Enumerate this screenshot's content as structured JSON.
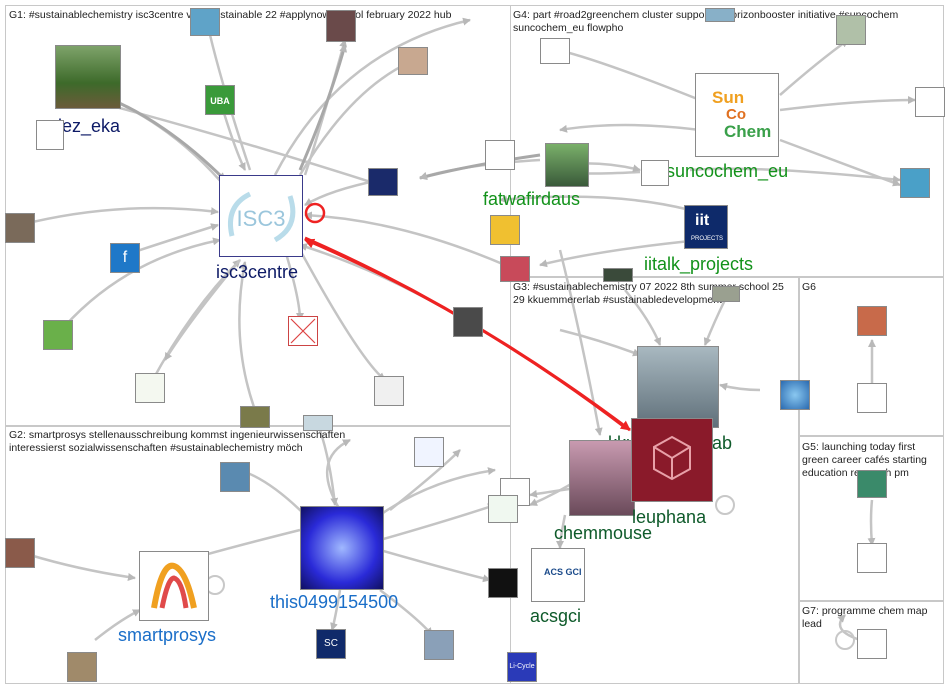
{
  "groups": [
    {
      "id": "G1",
      "label": "G1: #sustainablechemistry isc3centre very sustainable 22 #applynow school february 2022 hub"
    },
    {
      "id": "G2",
      "label": "G2: smartprosys stellenausschreibung kommst ingenieurwissenschaften interessierst sozialwissenschaften #sustainablechemistry möch"
    },
    {
      "id": "G3",
      "label": "G3: #sustainablechemistry 07 2022 8th summer school 25 29 kkuemmererlab #sustainabledevelopment"
    },
    {
      "id": "G4",
      "label": "G4: part #road2greenchem cluster supported horizonbooster initiative #suncochem suncochem_eu flowpho"
    },
    {
      "id": "G5",
      "label": "G5: launching today first green career cafés starting education research pm"
    },
    {
      "id": "G6",
      "label": "G6"
    },
    {
      "id": "G7",
      "label": "G7: programme chem map lead"
    }
  ],
  "labels": {
    "isc3centre": "isc3centre",
    "niez_eka": "niez_eka",
    "fatwafirdaus": "fatwafirdaus",
    "suncochem_eu": "suncochem_eu",
    "iitalk_projects": "iitalk_projects",
    "kkuemmererlab": "kkuemmererlab",
    "leuphana": "leuphana",
    "chemmouse": "chemmouse",
    "acsgci": "acsgci",
    "smartprosys": "smartprosys",
    "this0499154500": "this0499154500"
  },
  "logos": {
    "isc3": "ISC3",
    "suncochem_1": "Sun",
    "suncochem_2": "Co",
    "suncochem_3": "Chem",
    "iit": "iit",
    "iit_sub": "PROJECTS",
    "uba": "UBA",
    "facebook": "f",
    "acs": "ACS GCI",
    "sc": "SC",
    "lcycle": "Li-Cycle"
  },
  "colors": {
    "edge": "#c4c4c4",
    "edge_dark": "#a8a8a8",
    "highlight_edge": "#ee2222",
    "label_navy": "#0d1a66",
    "label_green": "#12921a",
    "label_darkgreen": "#0e5a2a",
    "label_blue": "#1a6ec8"
  }
}
